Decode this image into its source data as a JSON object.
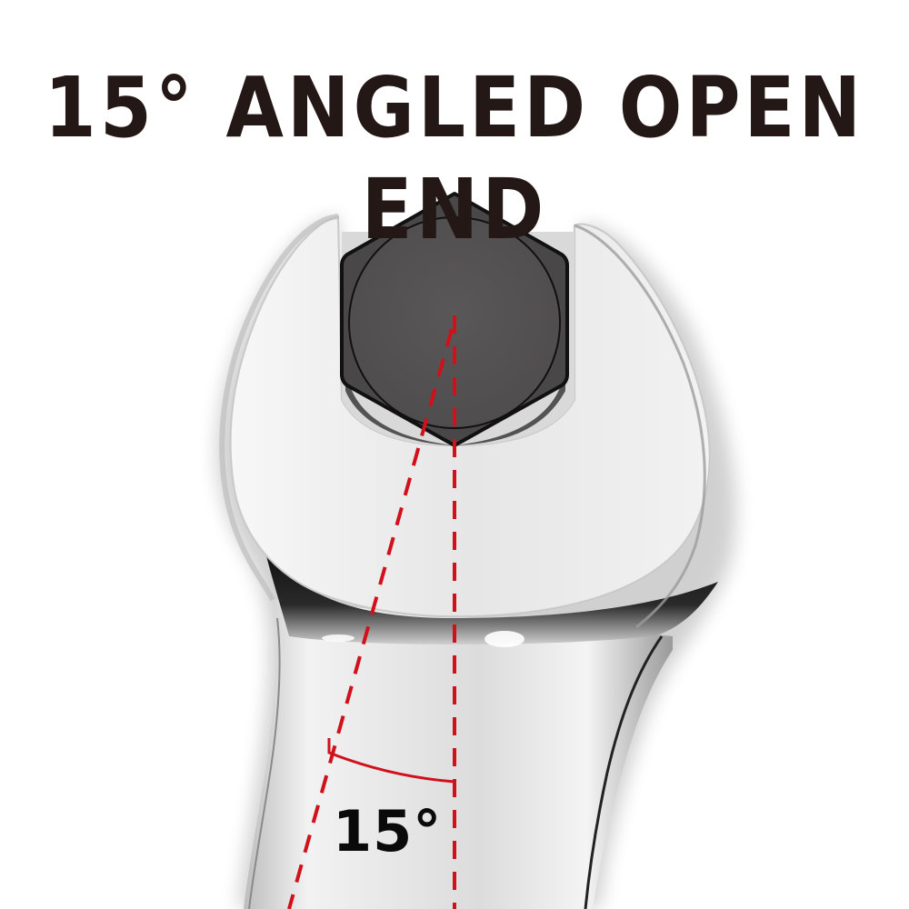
{
  "headline": "15° ANGLED OPEN END",
  "diagram": {
    "angle_label": "15°",
    "angle_degrees": 15,
    "subject": "open-end wrench gripping a hex nut",
    "colors": {
      "text": "#231815",
      "guide_line": "#d0111b",
      "nut_face": "#575455",
      "nut_outline": "#111111",
      "chrome_light": "#e9e9e9",
      "chrome_dark": "#1a1a1a",
      "background": "#ffffff"
    }
  }
}
